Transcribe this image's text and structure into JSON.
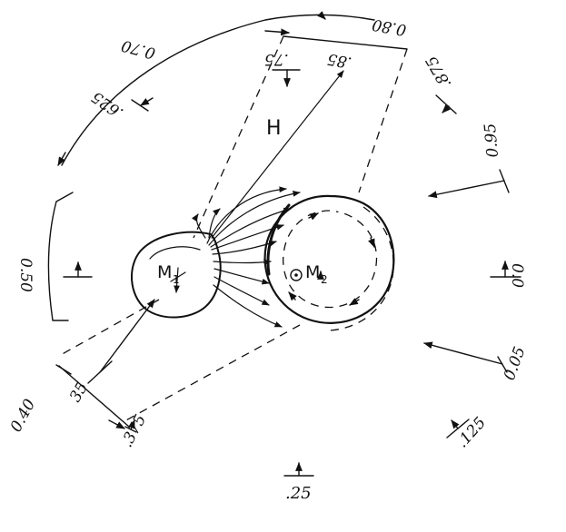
{
  "diagram": {
    "stars": {
      "primary_label": "M",
      "primary_subscript": "1",
      "secondary_label": "M",
      "secondary_subscript": "2"
    },
    "stream_label": "H",
    "phases": {
      "p000": "0.0",
      "p005": "0.05",
      "p0125": ".125",
      "p025": ".25",
      "p035": "35",
      "p0375": ".375",
      "p040": "0.40",
      "p050": "0.50",
      "p0625": ".625",
      "p070": "0.70",
      "p075": ".75",
      "p080": "0.80",
      "p085": ".85",
      "p0875": ".875",
      "p095": "0.95"
    }
  }
}
